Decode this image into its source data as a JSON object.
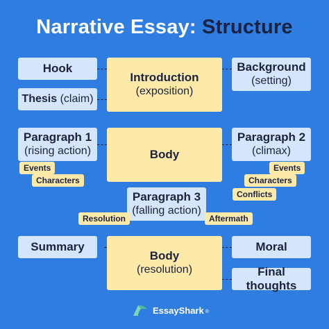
{
  "title": {
    "prefix": "Narrative Essay:",
    "emphasis": "Structure"
  },
  "intro": {
    "hook": "Hook",
    "thesis": "Thesis",
    "thesis_note": "(claim)",
    "center_main": "Introduction",
    "center_sub": "(exposition)",
    "background_main": "Background",
    "background_sub": "(setting)"
  },
  "body_section": {
    "p1_main": "Paragraph 1",
    "p1_sub": "(rising action)",
    "p1_tags": [
      "Events",
      "Characters"
    ],
    "center": "Body",
    "p2_main": "Paragraph 2",
    "p2_sub": "(climax)",
    "p2_tags": [
      "Events",
      "Characters",
      "Conflicts"
    ],
    "p3_main": "Paragraph 3",
    "p3_sub": "(falling action)",
    "p3_tags": [
      "Resolution",
      "Aftermath"
    ]
  },
  "conclusion": {
    "summary": "Summary",
    "center_main": "Body",
    "center_sub": "(resolution)",
    "moral": "Moral",
    "final": "Final thoughts"
  },
  "brand": {
    "name": "EssayShark",
    "mark": "®"
  },
  "colors": {
    "background": "#2f7de1",
    "blue_box": "#d5e6fb",
    "cream_box": "#fde9a8",
    "ink": "#1b2340"
  }
}
